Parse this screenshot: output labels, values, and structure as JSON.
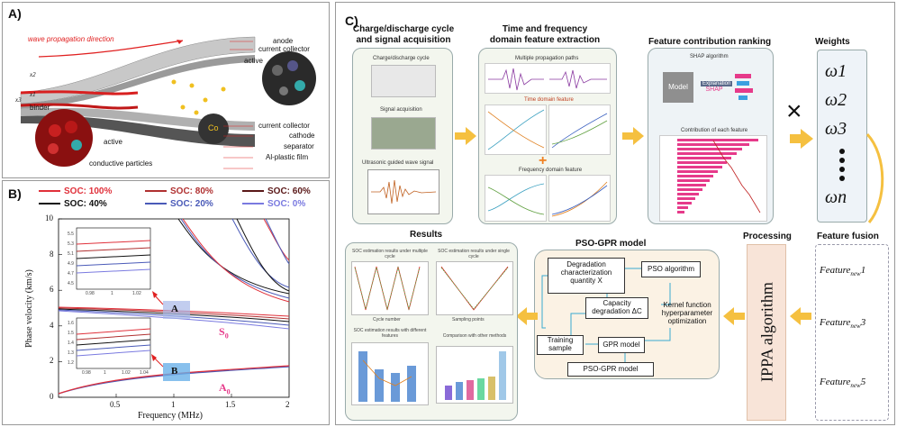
{
  "panelA": {
    "label": "A)",
    "wave_text": "wave propagation direction",
    "right_labels": [
      "anode",
      "current collector",
      "active",
      "current collector",
      "cathode",
      "separator",
      "Al-plastic film"
    ],
    "left_labels": [
      "binder",
      "active",
      "conductive particles"
    ],
    "axes": [
      "x2",
      "x1",
      "x3"
    ],
    "co_label": "Co"
  },
  "panelB": {
    "label": "B)",
    "legend": [
      {
        "text": "SOC: 100%",
        "color": "#e0303a"
      },
      {
        "text": "SOC: 80%",
        "color": "#b03030"
      },
      {
        "text": "SOC: 60%",
        "color": "#5a1818"
      },
      {
        "text": "SOC: 40%",
        "color": "#111111"
      },
      {
        "text": "SOC: 20%",
        "color": "#4a5ab8"
      },
      {
        "text": "SOC: 0%",
        "color": "#7a7ae0"
      }
    ],
    "ylabel": "Phase velocity (km/s)",
    "xlabel": "Frequency (MHz)",
    "yticks": [
      "0",
      "2",
      "4",
      "6",
      "8",
      "10"
    ],
    "xticks": [
      "0.5",
      "1",
      "1.5",
      "2"
    ],
    "marker_a": "A",
    "marker_b": "B",
    "mode_s0": "S",
    "mode_a0": "A",
    "sub0": "0",
    "inset1_yticks": [
      "5.5",
      "5.3",
      "5.1",
      "4.9",
      "4.7",
      "4.5"
    ],
    "inset1_xticks": [
      "0.98",
      "1",
      "1.02"
    ],
    "inset2_yticks": [
      "1.6",
      "1.5",
      "1.4",
      "1.3",
      "1.2"
    ],
    "inset2_xticks": [
      "0.98",
      "1",
      "1.02",
      "1.04"
    ]
  },
  "panelC": {
    "label": "C)",
    "section1_title": "Charge/discharge cycle\nand signal acquisition",
    "section1_captions": [
      "Charge/discharge cycle",
      "Signal acquisition",
      "Ultrasonic guided wave signal"
    ],
    "section2_title": "Time and frequency\ndomain feature extraction",
    "section2_captions": [
      "Multiple propagation paths",
      "Time domain feature",
      "Frequency domain feature"
    ],
    "section3_title": "Feature contribution ranking",
    "section3_captions": [
      "SHAP algorithm",
      "Model",
      "Explanation",
      "SHAP",
      "Contribution of each feature"
    ],
    "weights_title": "Weights",
    "weights": [
      "ω1",
      "ω2",
      "ω3",
      "ωn"
    ],
    "times_symbol": "×",
    "fusion_title": "Feature fusion",
    "fusion_items": [
      "Feature",
      "new",
      "1",
      "3",
      "5"
    ],
    "processing_title": "Processing",
    "ippa_text": "IPPA algorithm",
    "pso_title": "PSO-GPR model",
    "pso_boxes": [
      "Degradation characterization quantity X",
      "PSO algorithm",
      "Capacity degradation ΔC",
      "Kernel function hyperparameter optimization",
      "Training sample",
      "GPR model",
      "PSO-GPR model"
    ],
    "results_title": "Results",
    "results_captions": [
      "SOC estimation results under multiple cycle",
      "SOC estimation results under single cycle",
      "SOC estimation results with different features",
      "Comparison with other methods"
    ],
    "results_axes": [
      "Cycle number",
      "Sampling points"
    ]
  },
  "colors": {
    "red": "#e03030",
    "blue": "#3a4ab0",
    "arrow": "#f5c040",
    "pink": "#e63a8a",
    "gray_box": "#8f8f8f"
  }
}
